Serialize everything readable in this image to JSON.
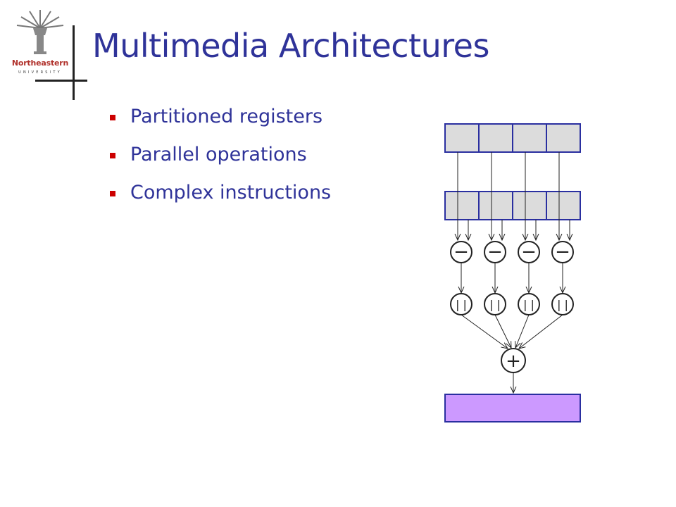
{
  "logo": {
    "name": "Northeastern",
    "subtitle": "UNIVERSITY",
    "color": "#b0302a"
  },
  "title": "Multimedia Architectures",
  "bullets": [
    "Partitioned registers",
    "Parallel operations",
    "Complex instructions"
  ],
  "diagram": {
    "register_a_partitions": 4,
    "register_b_partitions": 4,
    "subtract_units": 4,
    "subtract_symbol": "−",
    "abs_units": 4,
    "abs_symbol": "|  |",
    "add_symbol": "+",
    "colors": {
      "register_fill": "#dcdcdc",
      "register_stroke": "#2a2fa0",
      "result_fill": "#cc99ff",
      "line": "#222222",
      "title_text": "#2f3399",
      "bullet_mark": "#cc0000"
    }
  }
}
